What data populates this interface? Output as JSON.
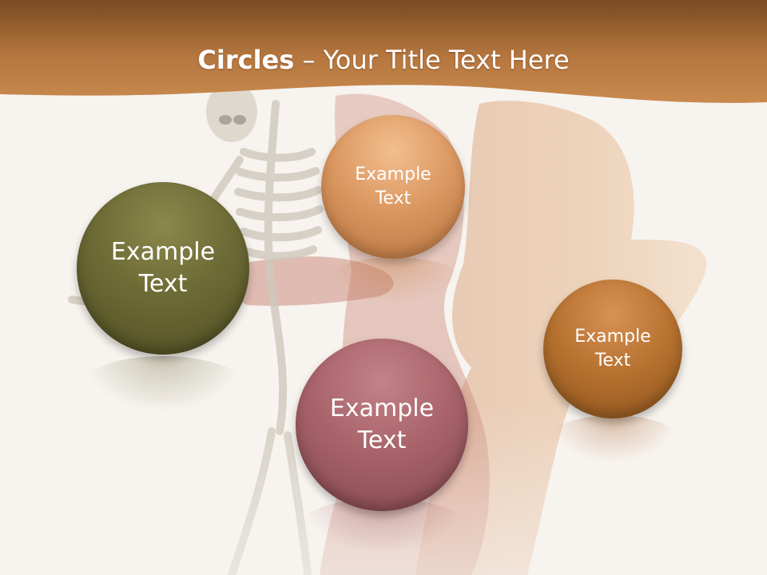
{
  "slide": {
    "title_bold": "Circles",
    "title_rest": " – Your Title Text Here"
  },
  "colors": {
    "header_top": "#7a4a22",
    "header_bottom": "#c98a4e",
    "background": "#f7f3ef",
    "circle_olive": "#6d6b35",
    "circle_peach": "#d9955e",
    "circle_rose": "#a8646a",
    "circle_bronze": "#b5702e"
  },
  "circles": [
    {
      "label": "Example\nText"
    },
    {
      "label": "Example\nText"
    },
    {
      "label": "Example\nText"
    },
    {
      "label": "Example\nText"
    }
  ]
}
